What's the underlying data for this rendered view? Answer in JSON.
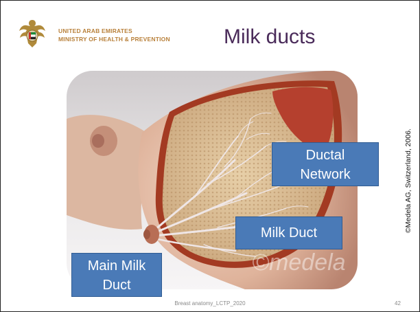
{
  "header": {
    "org_line1": "UNITED ARAB EMIRATES",
    "org_line2": "MINISTRY OF HEALTH & PREVENTION",
    "logo_icon": "uae-falcon-emblem-icon"
  },
  "slide": {
    "title": "Milk ducts",
    "image_icon": "breast-cross-section-illustration",
    "watermark": "©medela"
  },
  "callouts": {
    "ductal_network_l1": "Ductal",
    "ductal_network_l2": "Network",
    "milk_duct": "Milk Duct",
    "main_milk_duct_l1": "Main Milk",
    "main_milk_duct_l2": "Duct"
  },
  "credit": "©Medela AG, Switzerland, 2006.",
  "footer": {
    "text": "Breast anatomy_LCTP_2020",
    "page_number": "42"
  },
  "colors": {
    "title": "#4a2b5a",
    "org_text": "#b8803a",
    "callout_fill": "#4a7ab7"
  }
}
